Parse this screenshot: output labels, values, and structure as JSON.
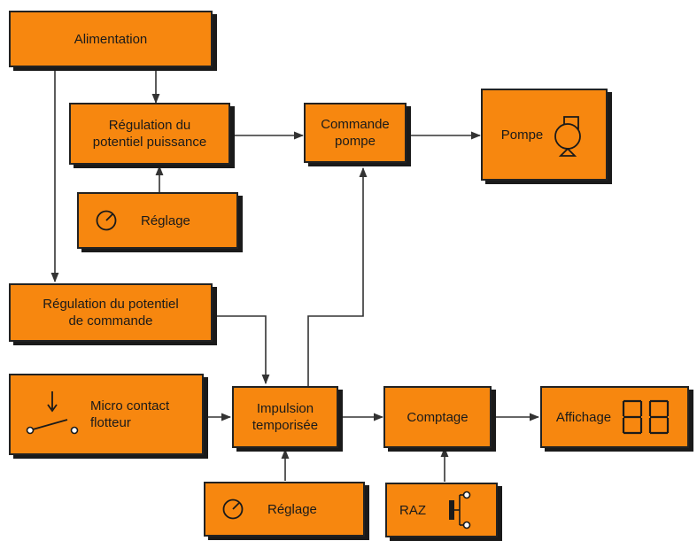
{
  "colors": {
    "box_fill": "#f7870f",
    "border": "#222222",
    "shadow": "#1a1a1a",
    "line": "#333333",
    "background": "#ffffff"
  },
  "blocks": {
    "alimentation": {
      "label": "Alimentation"
    },
    "regulation_puissance": {
      "label": "Régulation du\npotentiel puissance"
    },
    "reglage_top": {
      "label": "Réglage",
      "icon": "dial-icon"
    },
    "commande_pompe": {
      "label": "Commande\npompe"
    },
    "pompe": {
      "label": "Pompe",
      "icon": "pump-icon"
    },
    "regulation_commande": {
      "label": "Régulation du potentiel\nde commande"
    },
    "micro_contact": {
      "label": "Micro contact\nflotteur",
      "icon": "switch-icon"
    },
    "impulsion": {
      "label": "Impulsion\ntemporisée"
    },
    "comptage": {
      "label": "Comptage"
    },
    "affichage": {
      "label": "Affichage",
      "icon": "seven-segment-display-icon"
    },
    "reglage_bottom": {
      "label": "Réglage",
      "icon": "dial-icon"
    },
    "raz": {
      "label": "RAZ",
      "icon": "pushbutton-icon"
    }
  }
}
